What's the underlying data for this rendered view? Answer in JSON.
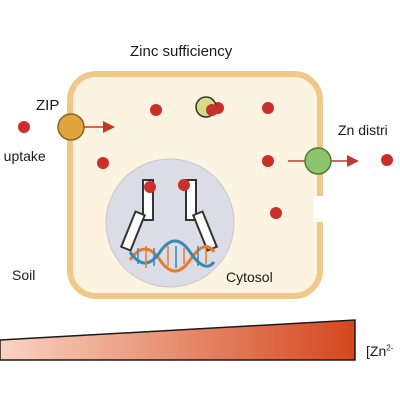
{
  "title": "Zinc sufficiency",
  "labels": {
    "zip": "ZIP",
    "uptake": "n uptake",
    "distribution": "Zn distri",
    "soil": "Soil",
    "cytosol": "Cytosol",
    "concentration_prefix": "[Zn",
    "concentration_sup": "2-"
  },
  "colors": {
    "cell_border": "#f0c88a",
    "cell_fill": "#fdf3e1",
    "zinc_dot": "#c9302c",
    "zip_transporter": "#e2a43c",
    "export_transporter": "#8cc46a",
    "vesicle": "#d6dc86",
    "nucleus": "#dcdce6",
    "arrow": "#c0392b",
    "gradient_start": "#f9d4c2",
    "gradient_end": "#d4471e",
    "dna_orange": "#e77a2b",
    "dna_blue": "#3a87b5"
  },
  "icons": [
    "zip-transporter-icon",
    "export-transporter-icon",
    "zinc-vesicle-icon",
    "transcription-factor-icon",
    "dna-helix-icon",
    "zinc-ion-icon"
  ]
}
